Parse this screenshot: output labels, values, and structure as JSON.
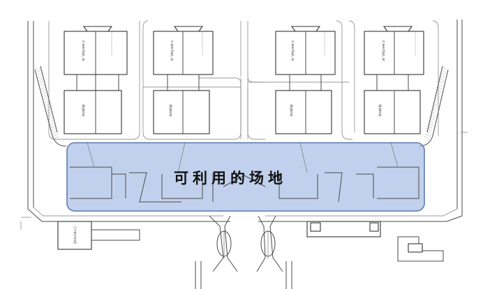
{
  "overlay": {
    "label": "可利用的场地",
    "fill": "#a9bfe6",
    "stroke": "#6f86b8"
  },
  "building_labels": {
    "upper": "汽车发动机厂房",
    "lower": "辅助用房"
  },
  "bottom_left_label": "门卫及卫生间",
  "colors": {
    "line": "#4a4a4a",
    "background": "#ffffff"
  }
}
